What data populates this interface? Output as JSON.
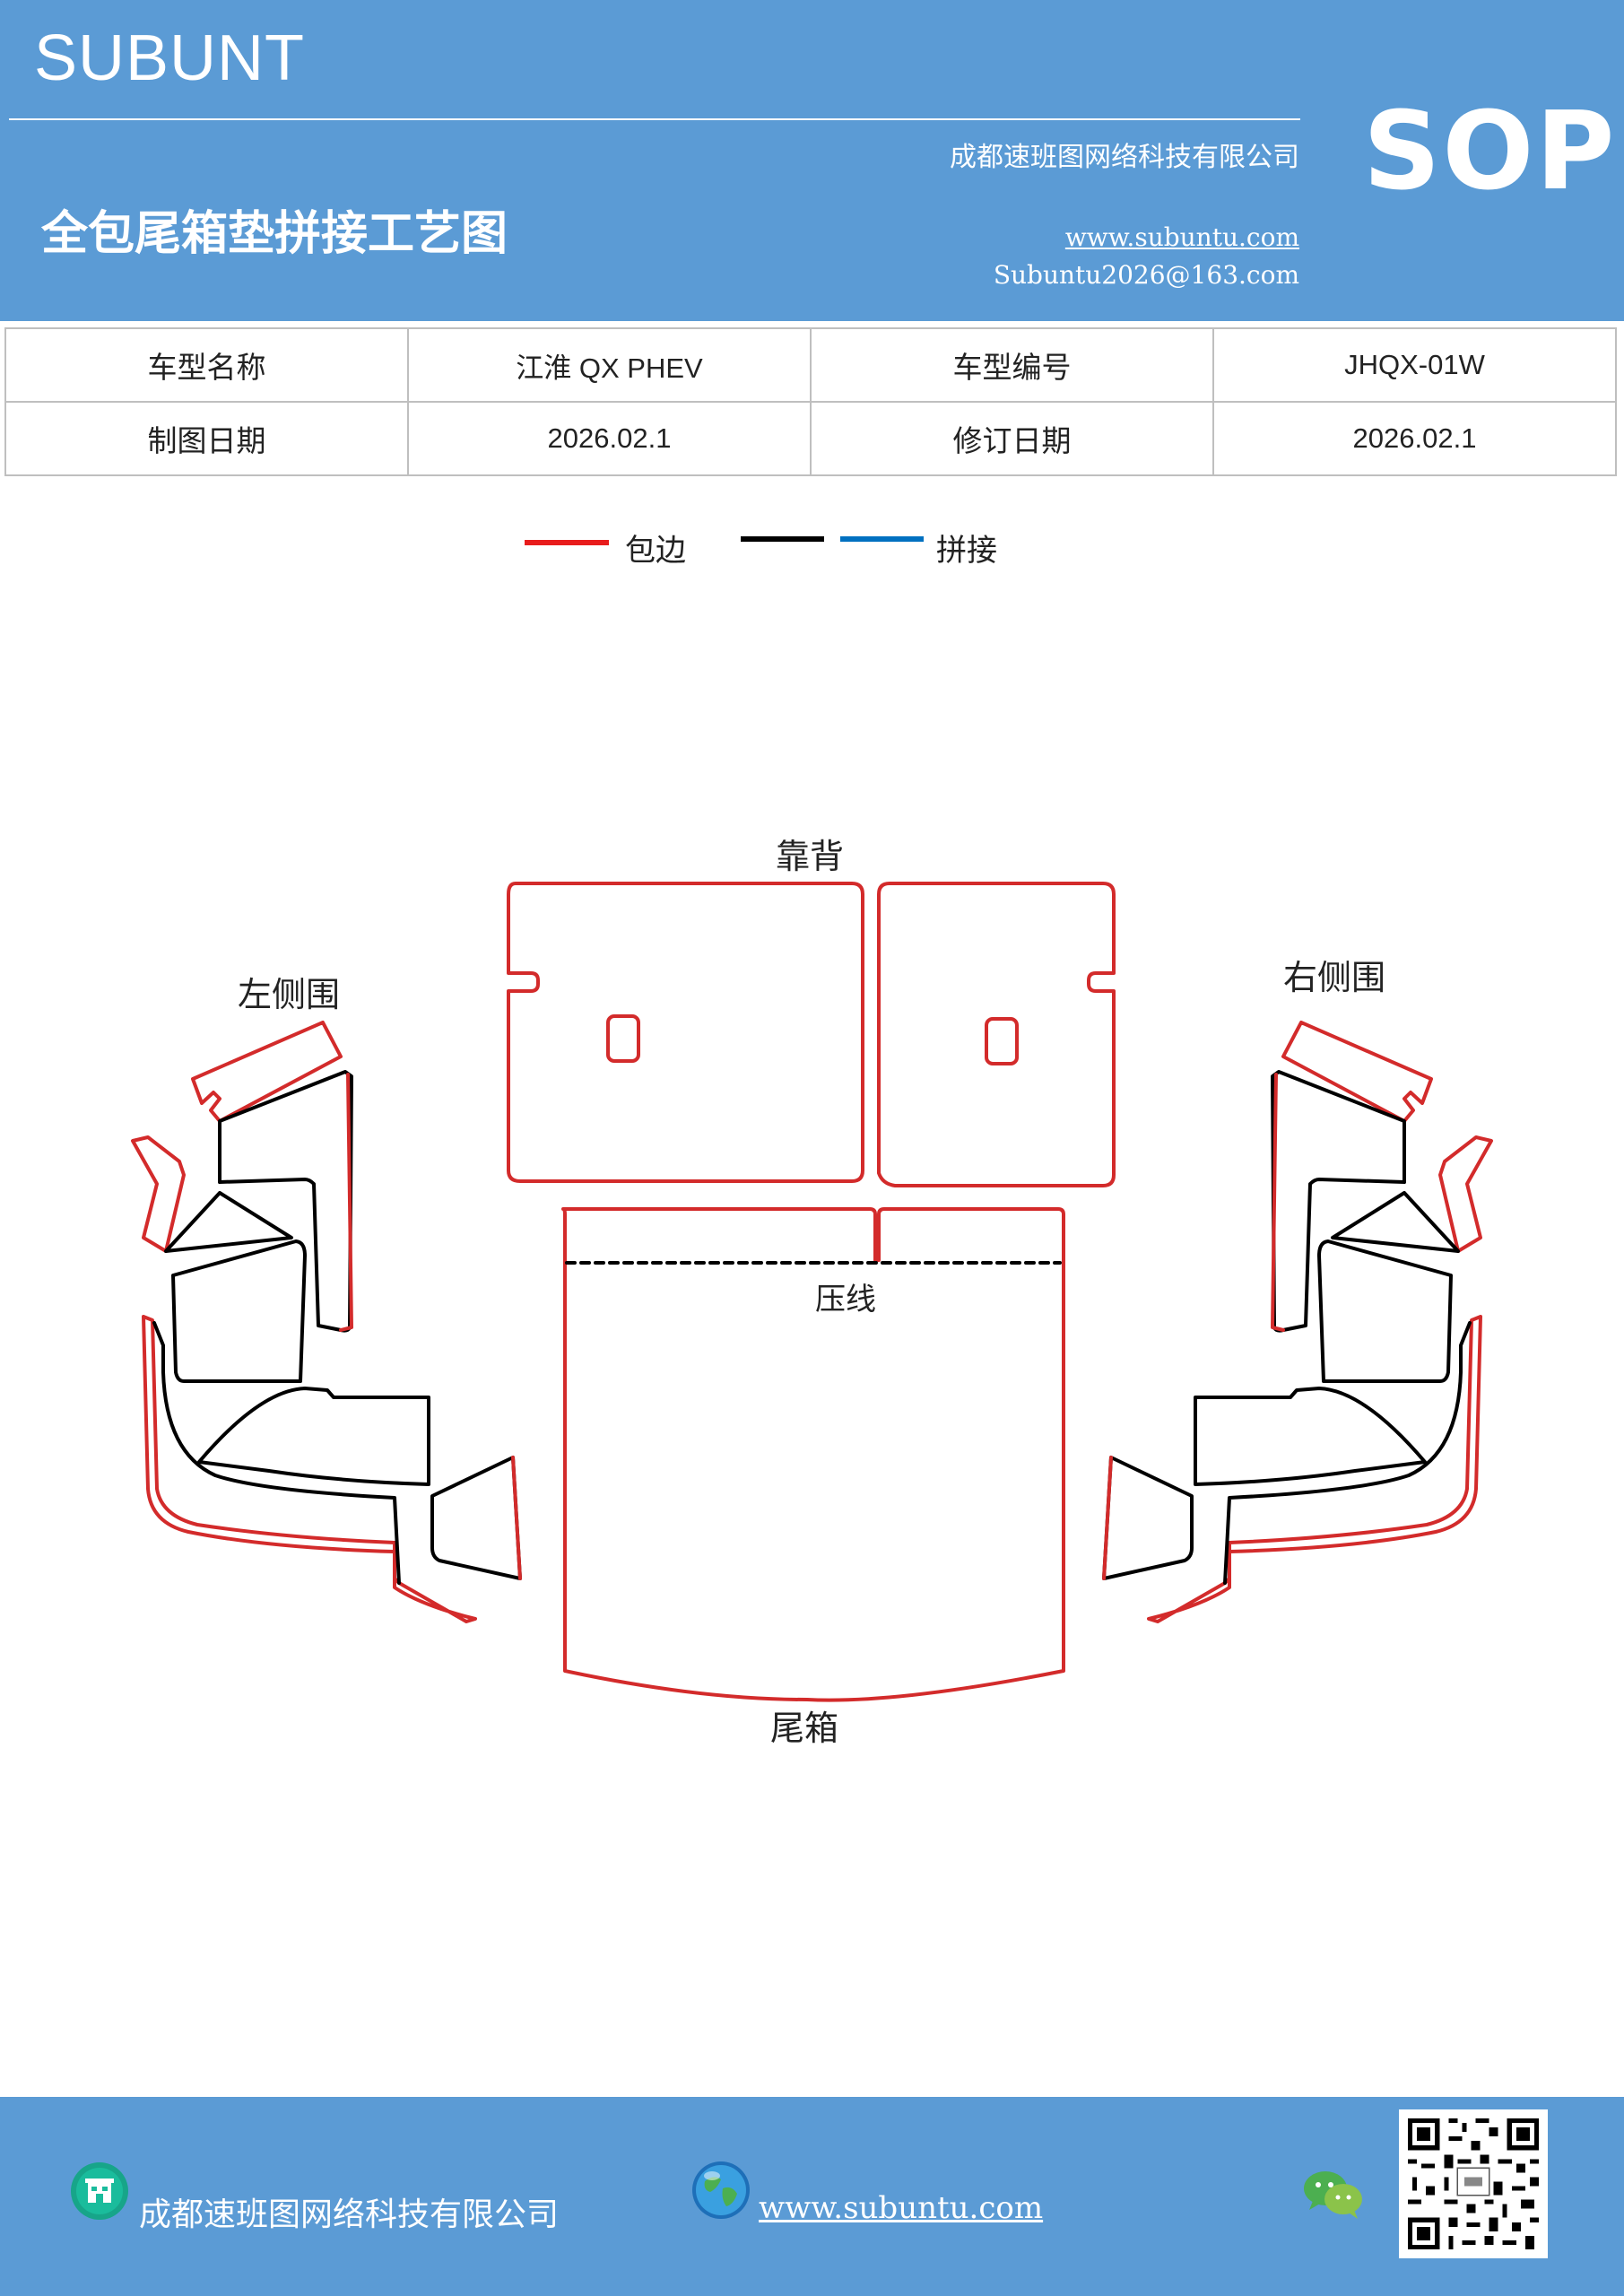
{
  "header": {
    "brand": "SUBUNT",
    "company": "成都速班图网络科技有限公司",
    "title": "全包尾箱垫拼接工艺图",
    "website": "www.subuntu.com",
    "email": "Subuntu2026@163.com",
    "badge": "SOP"
  },
  "info": {
    "model_name_label": "车型名称",
    "model_name_value": "江淮 QX  PHEV",
    "model_code_label": "车型编号",
    "model_code_value": "JHQX-01W",
    "draw_date_label": "制图日期",
    "draw_date_value": "2026.02.1",
    "revise_date_label": "修订日期",
    "revise_date_value": "2026.02.1"
  },
  "legend": {
    "edge_label": "包边",
    "splice_label": "拼接",
    "edge_color": "#e81c1c",
    "black_color": "#000000",
    "splice_color": "#0070c0"
  },
  "diagram": {
    "backrest_label": "靠背",
    "left_side_label": "左侧围",
    "right_side_label": "右侧围",
    "crease_label": "压线",
    "trunk_label": "尾箱"
  },
  "footer": {
    "company": "成都速班图网络科技有限公司",
    "website": "www.subuntu.com "
  },
  "icons": [
    "building-icon",
    "globe-icon",
    "wechat-icon",
    "qr-code"
  ]
}
